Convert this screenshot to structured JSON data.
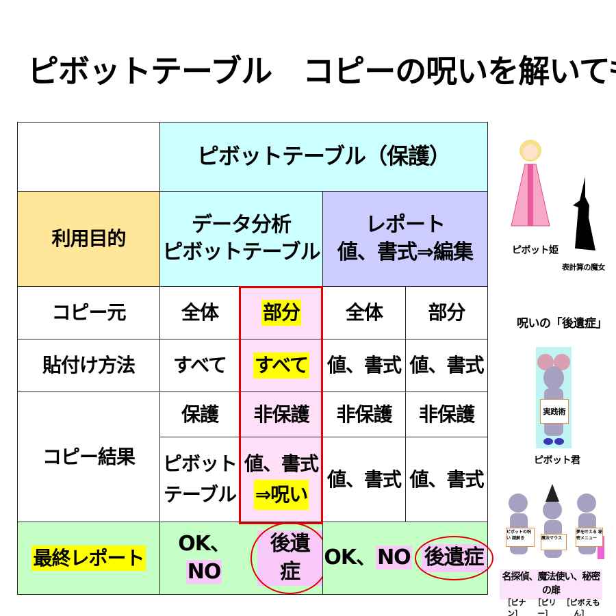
{
  "title": "ピボットテーブル　コピーの呪いを解いても‥",
  "table": {
    "header": "ピボットテーブル（保護）",
    "purpose_label": "利用目的",
    "analysis": [
      "データ分析",
      "ピボットテーブル"
    ],
    "report": [
      "レポート",
      "値、書式⇒編集"
    ],
    "rows": {
      "source": {
        "label": "コピー元",
        "cells": [
          "全体",
          "部分",
          "全体",
          "部分"
        ]
      },
      "paste": {
        "label": "貼付け方法",
        "cells": [
          "すべて",
          "すべて",
          "値、書式",
          "値、書式"
        ]
      },
      "result": {
        "label": "コピー結果",
        "protection": [
          "保護",
          "非保護",
          "非保護",
          "非保護"
        ],
        "output": {
          "c1": [
            "ピボット",
            "テーブル"
          ],
          "c2": [
            "値、書式",
            "⇒呪い"
          ],
          "c3": "値、書式",
          "c4": "値、書式"
        }
      },
      "final": {
        "label": "最終レポート",
        "ok": "OK、",
        "no": "NO",
        "after": "後遺症"
      }
    }
  },
  "side": {
    "princess": "ピボット姫",
    "witch": "表計算の魔女",
    "curse": "呪いの「後遺症」",
    "sign": "実践術",
    "mouse": "ピボット君",
    "signs": [
      "ピボットの呪い 謎解き",
      "魔法マウス",
      "夢を叶える 秘密メニュー"
    ],
    "trio": "名探偵、魔法使い、秘密の扉",
    "names": [
      "［ピナン］",
      "［ピリー］",
      "［ピボえもん］"
    ]
  },
  "colors": {
    "cyan": "#ccffff",
    "purple": "#ccccff",
    "yellow": "#ffe699",
    "pink": "#ffe0f8",
    "green": "#c6ffc6",
    "red": "#e00000",
    "highlight": "#ffff00"
  }
}
